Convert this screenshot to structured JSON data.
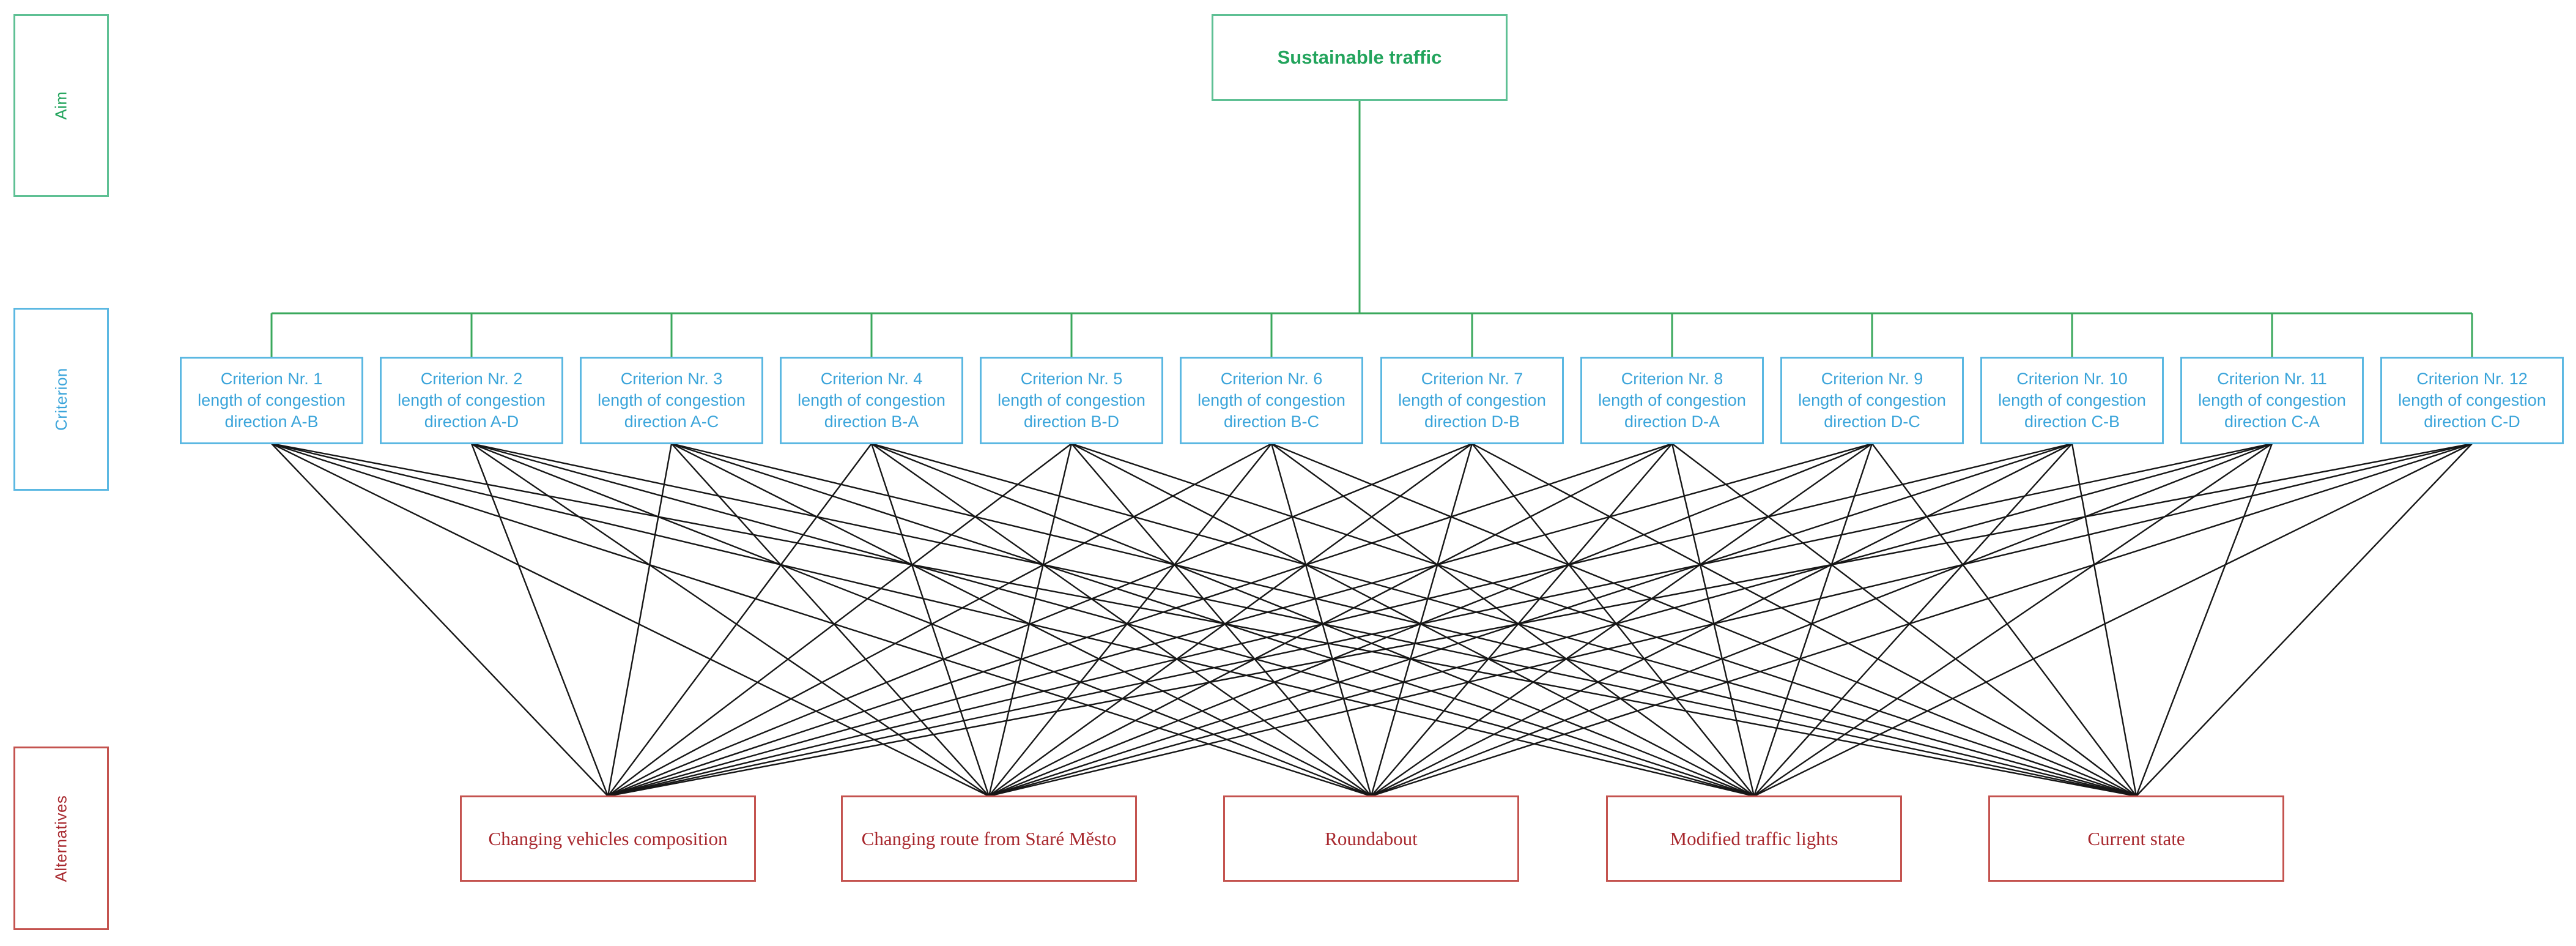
{
  "diagram": {
    "type": "ahp-hierarchy",
    "side_labels": [
      {
        "label": "Aim"
      },
      {
        "label": "Criterion"
      },
      {
        "label": "Alternatives"
      }
    ],
    "aim": {
      "label": "Sustainable traffic"
    },
    "criteria": [
      {
        "title": "Criterion Nr. 1",
        "subtitle": "length of congestion",
        "direction": "direction A-B"
      },
      {
        "title": "Criterion Nr. 2",
        "subtitle": "length of congestion",
        "direction": "direction A-D"
      },
      {
        "title": "Criterion Nr. 3",
        "subtitle": "length of congestion",
        "direction": "direction A-C"
      },
      {
        "title": "Criterion Nr. 4",
        "subtitle": "length of congestion",
        "direction": "direction B-A"
      },
      {
        "title": "Criterion Nr. 5",
        "subtitle": "length of congestion",
        "direction": "direction B-D"
      },
      {
        "title": "Criterion Nr. 6",
        "subtitle": "length of congestion",
        "direction": "direction B-C"
      },
      {
        "title": "Criterion Nr. 7",
        "subtitle": "length of congestion",
        "direction": "direction D-B"
      },
      {
        "title": "Criterion Nr. 8",
        "subtitle": "length of congestion",
        "direction": "direction D-A"
      },
      {
        "title": "Criterion Nr. 9",
        "subtitle": "length of congestion",
        "direction": "direction D-C"
      },
      {
        "title": "Criterion Nr. 10",
        "subtitle": "length of congestion",
        "direction": "direction C-B"
      },
      {
        "title": "Criterion Nr. 11",
        "subtitle": "length of congestion",
        "direction": "direction C-A"
      },
      {
        "title": "Criterion Nr. 12",
        "subtitle": "length of congestion",
        "direction": "direction C-D"
      }
    ],
    "alternatives": [
      {
        "label": "Changing vehicles composition"
      },
      {
        "label": "Changing route from Staré Město"
      },
      {
        "label": "Roundabout"
      },
      {
        "label": "Modified traffic lights"
      },
      {
        "label": "Current state"
      }
    ],
    "connections": {
      "description": "every criterion is linked to every alternative"
    },
    "colors": {
      "green_text": "#22a45c",
      "green_border": "#5ec094",
      "green_line": "#3aa85c",
      "cyan_text": "#3aa4da",
      "cyan_border": "#5bb8e2",
      "red_text": "#a8282e",
      "red_border": "#c4534f",
      "black_line": "#161616"
    }
  }
}
